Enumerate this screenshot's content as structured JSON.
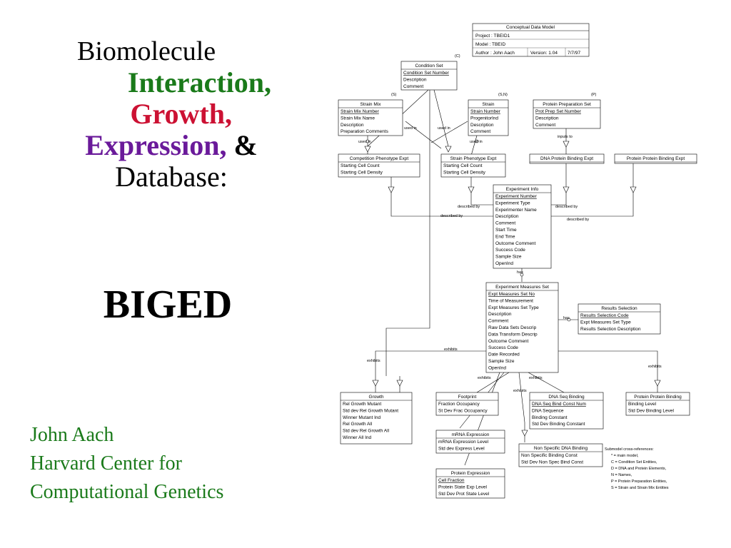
{
  "title": {
    "line1": "Biomolecule",
    "line2": "Interaction,",
    "line3": "Growth,",
    "line4_a": "Expression,",
    "line4_b": " &",
    "line5": "Database:",
    "acronym": "BIGED"
  },
  "author": {
    "name": "John Aach",
    "org_line1": "Harvard Center for",
    "org_line2": "Computational Genetics"
  },
  "colors": {
    "green": "#1a7a1a",
    "red": "#cc1133",
    "purple": "#6a1a9a"
  },
  "header": {
    "title": "Conceptual Data Model",
    "project": "Project  : TBEID1",
    "model": "Model    : TBEID",
    "author": "Author   : John Aach",
    "version": "Version:   1.04",
    "date": "7/7/97"
  },
  "tags": {
    "c": "(C)",
    "s": "(S)",
    "sn": "(S,N)",
    "p": "(P)"
  },
  "entities": {
    "condition_set": {
      "title": "Condition Set",
      "attrs": [
        "Condition Set Number",
        "Description",
        "Comment"
      ]
    },
    "strain_mix": {
      "title": "Strain Mix",
      "attrs": [
        "Strain Mix Number",
        "Strain Mix Name",
        "Description",
        "Preparation Comments"
      ]
    },
    "strain": {
      "title": "Strain",
      "attrs": [
        "Strain Number",
        "ProgenitorInd",
        "Description",
        "Comment"
      ]
    },
    "protein_prep_set": {
      "title": "Protein Preparation Set",
      "attrs": [
        "Prot Prep Set Number",
        "Description",
        "Comment"
      ]
    },
    "competition_phenotype": {
      "title": "Competition Phenotype  Expt",
      "attrs": [
        "Starting Cell Count",
        "Starting Cell Density"
      ]
    },
    "strain_phenotype": {
      "title": "Strain Phenotype  Expt",
      "attrs": [
        "Starting Cell Count",
        "Starting Cell Density"
      ]
    },
    "dna_protein_binding": {
      "title": "DNA Protein Binding  Expt",
      "attrs": []
    },
    "protein_protein_binding_expt": {
      "title": "Protein Protein Binding Expt",
      "attrs": []
    },
    "experiment_info": {
      "title": "Experiment Info",
      "attrs": [
        "Experiment Number",
        "Experiment Type",
        "Experimenter Name",
        "Description",
        "Comment",
        "Start Time",
        "End Time",
        "Outcome Comment",
        "Success Code",
        "Sample Size",
        "OpenInd"
      ]
    },
    "experiment_measures_set": {
      "title": "Experiment Measures Set",
      "attrs": [
        "Expt Measures Set No",
        "Time of Measurement",
        "Expt Measures Set Type",
        "Description",
        "Comment",
        "Raw Data Sets  Descrip",
        "Data Transform  Descrip",
        "Outcome Comment",
        "Success Code",
        "Date Recorded",
        "Sample Size",
        "OpenInd"
      ]
    },
    "results_selection": {
      "title": "Results Selection",
      "attrs": [
        "Results Selection Code",
        "Expt Measures Set Type",
        "Results Selection Description"
      ]
    },
    "growth": {
      "title": "Growth",
      "attrs": [
        "Rel Growth Mutant",
        "Std dev Rel Growth Mutant",
        "Winner Mutant  Ind",
        "Rel Growth All",
        "Std dev Rel Growth All",
        "Winner All Ind"
      ]
    },
    "footprint": {
      "title": "Footprint",
      "attrs": [
        "Fraction Occupancy",
        "St Dev Frac Occupancy"
      ]
    },
    "dna_seq_binding": {
      "title": "DNA  Seq Binding",
      "attrs": [
        "DNA  Seq Bind Const  Num",
        "DNA Sequence",
        "Binding Constant",
        "Std Dev Binding Constant"
      ]
    },
    "protein_protein_binding": {
      "title": "Protein Protein Binding",
      "attrs": [
        "Binding Level",
        "Std Dev Binding Level"
      ]
    },
    "mrna_expression": {
      "title": "mRNA Expression",
      "attrs": [
        "mRNA Expression Level",
        "Std dev Express Level"
      ]
    },
    "non_specific_dna_binding": {
      "title": "Non Specific DNA Binding",
      "attrs": [
        "Non Specific Binding Const",
        "Std Dev Non Spec Bind  Const"
      ]
    },
    "protein_expression": {
      "title": "Protein Expression",
      "attrs": [
        "Cell Fraction",
        "Protein State  Exp Level",
        "Std Dev Prot State Level"
      ]
    }
  },
  "relations": {
    "used_in": "used in",
    "inputs_to": "inputs to",
    "described_by": "described by",
    "has": "has",
    "exhibits": "exhibits"
  },
  "legend": {
    "title": "Submodel cross-references:",
    "lines": [
      "* = main model,",
      "C = Condition Set Entities,",
      "D = DNA and Protein Elements,",
      "N = Names,",
      "P = Protein Preparation Entities,",
      "S = Strain and Strain Mix Entities"
    ]
  }
}
